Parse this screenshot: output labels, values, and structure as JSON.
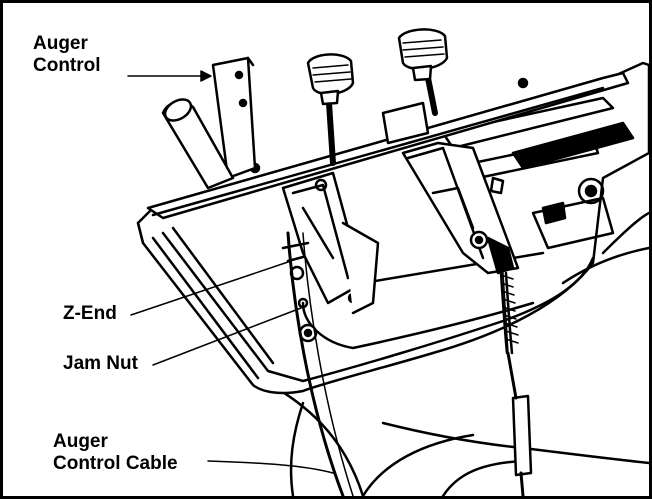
{
  "callouts": {
    "auger_control": {
      "line1": "Auger",
      "line2": "Control"
    },
    "z_end": {
      "text": "Z-End"
    },
    "jam_nut": {
      "text": "Jam Nut"
    },
    "auger_control_cable": {
      "line1": "Auger",
      "line2": "Control Cable"
    }
  },
  "colors": {
    "ink": "#000000",
    "paper": "#ffffff",
    "shade": "#d9d9d9"
  }
}
